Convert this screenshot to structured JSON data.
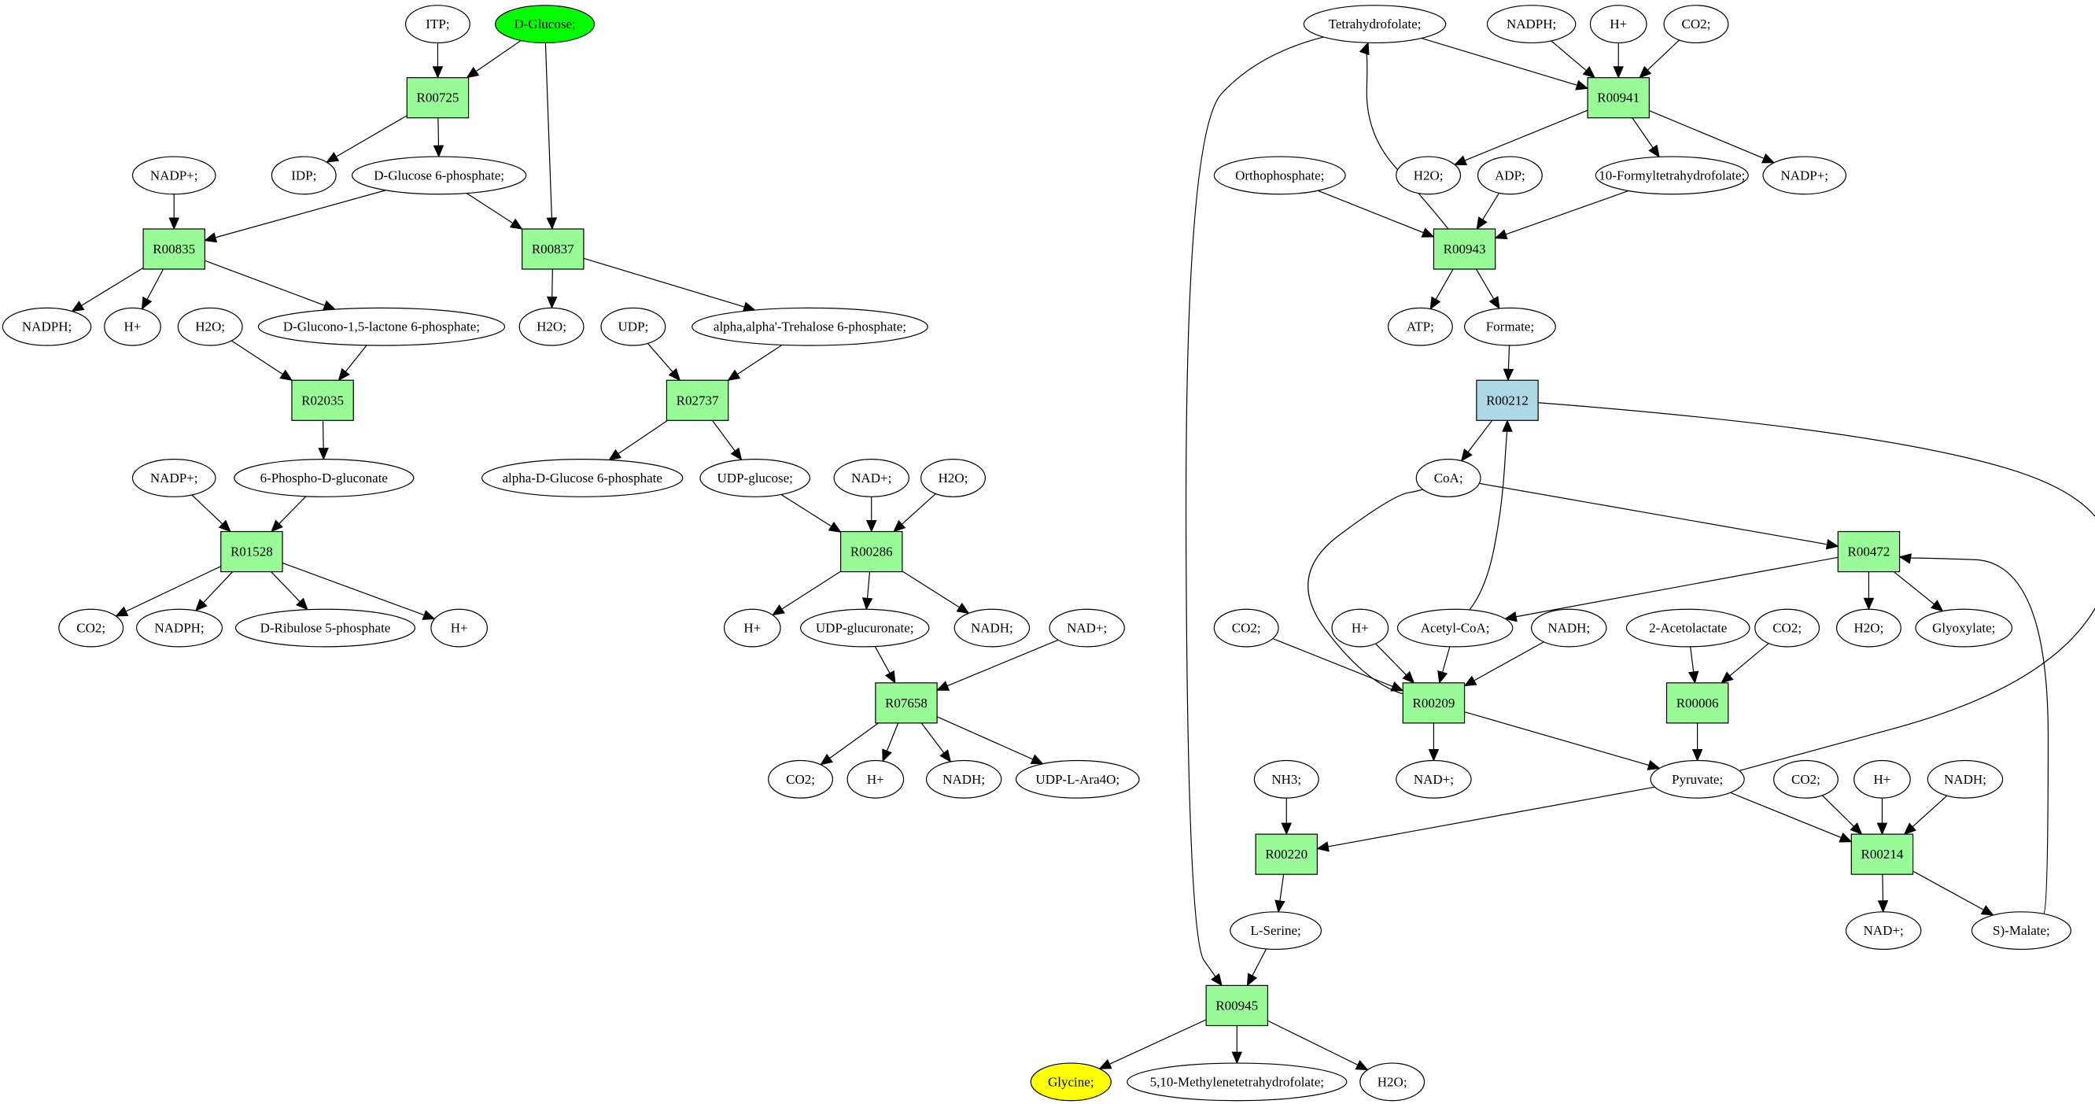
{
  "colors": {
    "reaction": "#98fb98",
    "reaction_alt": "#add8e6",
    "start_compound": "#00ff00",
    "target_compound": "#ffff00",
    "compound": "#ffffff",
    "stroke": "#000000"
  },
  "reactions": [
    {
      "id": "R00725",
      "label": "R00725"
    },
    {
      "id": "R00837",
      "label": "R00837"
    },
    {
      "id": "R00835",
      "label": "R00835"
    },
    {
      "id": "R02035",
      "label": "R02035"
    },
    {
      "id": "R01528",
      "label": "R01528"
    },
    {
      "id": "R02737",
      "label": "R02737"
    },
    {
      "id": "R00286",
      "label": "R00286"
    },
    {
      "id": "R07658",
      "label": "R07658"
    },
    {
      "id": "R00941",
      "label": "R00941"
    },
    {
      "id": "R00943",
      "label": "R00943"
    },
    {
      "id": "R00212",
      "label": "R00212",
      "highlight": true
    },
    {
      "id": "R00472",
      "label": "R00472"
    },
    {
      "id": "R00209",
      "label": "R00209"
    },
    {
      "id": "R00006",
      "label": "R00006"
    },
    {
      "id": "R00220",
      "label": "R00220"
    },
    {
      "id": "R00214",
      "label": "R00214"
    },
    {
      "id": "R00945",
      "label": "R00945"
    }
  ],
  "compounds": [
    {
      "id": "c_itp",
      "label": "ITP;"
    },
    {
      "id": "c_dglucose",
      "label": "D-Glucose;",
      "role": "start"
    },
    {
      "id": "c_idp",
      "label": "IDP;"
    },
    {
      "id": "c_g6p",
      "label": "D-Glucose 6-phosphate;"
    },
    {
      "id": "c_nadp1",
      "label": "NADP+;"
    },
    {
      "id": "c_nadph1",
      "label": "NADPH;"
    },
    {
      "id": "c_h1",
      "label": "H+"
    },
    {
      "id": "c_h2o1",
      "label": "H2O;"
    },
    {
      "id": "c_glucono",
      "label": "D-Glucono-1,5-lactone 6-phosphate;"
    },
    {
      "id": "c_h2o2",
      "label": "H2O;"
    },
    {
      "id": "c_udp",
      "label": "UDP;"
    },
    {
      "id": "c_trehalose",
      "label": "alpha,alpha'-Trehalose 6-phosphate;"
    },
    {
      "id": "c_nadp2",
      "label": "NADP+;"
    },
    {
      "id": "c_6pg",
      "label": "6-Phospho-D-gluconate"
    },
    {
      "id": "c_co2_1",
      "label": "CO2;"
    },
    {
      "id": "c_nadph2",
      "label": "NADPH;"
    },
    {
      "id": "c_ribulose",
      "label": "D-Ribulose 5-phosphate"
    },
    {
      "id": "c_h2",
      "label": "H+"
    },
    {
      "id": "c_adg6p",
      "label": "alpha-D-Glucose 6-phosphate"
    },
    {
      "id": "c_udpglc",
      "label": "UDP-glucose;"
    },
    {
      "id": "c_nad1",
      "label": "NAD+;"
    },
    {
      "id": "c_h2o3",
      "label": "H2O;"
    },
    {
      "id": "c_h3",
      "label": "H+"
    },
    {
      "id": "c_udpglcur",
      "label": "UDP-glucuronate;"
    },
    {
      "id": "c_nadh1",
      "label": "NADH;"
    },
    {
      "id": "c_nad2",
      "label": "NAD+;"
    },
    {
      "id": "c_co2_2",
      "label": "CO2;"
    },
    {
      "id": "c_h4",
      "label": "H+"
    },
    {
      "id": "c_nadh2",
      "label": "NADH;"
    },
    {
      "id": "c_udpara",
      "label": "UDP-L-Ara4O;"
    },
    {
      "id": "c_thf",
      "label": "Tetrahydrofolate;"
    },
    {
      "id": "c_nadph3",
      "label": "NADPH;"
    },
    {
      "id": "c_h5",
      "label": "H+"
    },
    {
      "id": "c_co2_3",
      "label": "CO2;"
    },
    {
      "id": "c_ortho",
      "label": "Orthophosphate;"
    },
    {
      "id": "c_h2o4",
      "label": "H2O;"
    },
    {
      "id": "c_adp",
      "label": "ADP;"
    },
    {
      "id": "c_10fthf",
      "label": "10-Formyltetrahydrofolate;"
    },
    {
      "id": "c_nadp3",
      "label": "NADP+;"
    },
    {
      "id": "c_atp",
      "label": "ATP;"
    },
    {
      "id": "c_formate",
      "label": "Formate;"
    },
    {
      "id": "c_coa",
      "label": "CoA;"
    },
    {
      "id": "c_co2_4",
      "label": "CO2;"
    },
    {
      "id": "c_h6",
      "label": "H+"
    },
    {
      "id": "c_acetylcoa",
      "label": "Acetyl-CoA;"
    },
    {
      "id": "c_nadh3",
      "label": "NADH;"
    },
    {
      "id": "c_acetolactate",
      "label": "2-Acetolactate"
    },
    {
      "id": "c_co2_5",
      "label": "CO2;"
    },
    {
      "id": "c_h2o5",
      "label": "H2O;"
    },
    {
      "id": "c_glyoxylate",
      "label": "Glyoxylate;"
    },
    {
      "id": "c_nad3",
      "label": "NAD+;"
    },
    {
      "id": "c_pyruvate",
      "label": "Pyruvate;"
    },
    {
      "id": "c_nh3",
      "label": "NH3;"
    },
    {
      "id": "c_co2_6",
      "label": "CO2;"
    },
    {
      "id": "c_h7",
      "label": "H+"
    },
    {
      "id": "c_nadh4",
      "label": "NADH;"
    },
    {
      "id": "c_serine",
      "label": "L-Serine;"
    },
    {
      "id": "c_nad4",
      "label": "NAD+;"
    },
    {
      "id": "c_malate",
      "label": "S)-Malate;"
    },
    {
      "id": "c_glycine",
      "label": "Glycine;",
      "role": "target"
    },
    {
      "id": "c_methylene",
      "label": "5,10-Methylenetetrahydrofolate;"
    },
    {
      "id": "c_h2o6",
      "label": "H2O;"
    }
  ],
  "edges": [
    {
      "from": "c_itp",
      "to": "R00725"
    },
    {
      "from": "c_dglucose",
      "to": "R00725"
    },
    {
      "from": "c_dglucose",
      "to": "R00837"
    },
    {
      "from": "R00725",
      "to": "c_idp"
    },
    {
      "from": "R00725",
      "to": "c_g6p"
    },
    {
      "from": "c_g6p",
      "to": "R00835"
    },
    {
      "from": "c_g6p",
      "to": "R00837"
    },
    {
      "from": "c_nadp1",
      "to": "R00835"
    },
    {
      "from": "R00835",
      "to": "c_nadph1"
    },
    {
      "from": "R00835",
      "to": "c_h1"
    },
    {
      "from": "R00835",
      "to": "c_glucono"
    },
    {
      "from": "R00837",
      "to": "c_h2o2"
    },
    {
      "from": "R00837",
      "to": "c_trehalose"
    },
    {
      "from": "c_h2o1",
      "to": "R02035"
    },
    {
      "from": "c_glucono",
      "to": "R02035"
    },
    {
      "from": "R02035",
      "to": "c_6pg"
    },
    {
      "from": "c_nadp2",
      "to": "R01528"
    },
    {
      "from": "c_6pg",
      "to": "R01528"
    },
    {
      "from": "R01528",
      "to": "c_co2_1"
    },
    {
      "from": "R01528",
      "to": "c_nadph2"
    },
    {
      "from": "R01528",
      "to": "c_ribulose"
    },
    {
      "from": "R01528",
      "to": "c_h2"
    },
    {
      "from": "c_udp",
      "to": "R02737"
    },
    {
      "from": "c_trehalose",
      "to": "R02737"
    },
    {
      "from": "R02737",
      "to": "c_adg6p"
    },
    {
      "from": "R02737",
      "to": "c_udpglc"
    },
    {
      "from": "c_udpglc",
      "to": "R00286"
    },
    {
      "from": "c_nad1",
      "to": "R00286"
    },
    {
      "from": "c_h2o3",
      "to": "R00286"
    },
    {
      "from": "R00286",
      "to": "c_h3"
    },
    {
      "from": "R00286",
      "to": "c_udpglcur"
    },
    {
      "from": "R00286",
      "to": "c_nadh1"
    },
    {
      "from": "c_udpglcur",
      "to": "R07658"
    },
    {
      "from": "c_nad2",
      "to": "R07658"
    },
    {
      "from": "R07658",
      "to": "c_co2_2"
    },
    {
      "from": "R07658",
      "to": "c_h4"
    },
    {
      "from": "R07658",
      "to": "c_nadh2"
    },
    {
      "from": "R07658",
      "to": "c_udpara"
    },
    {
      "from": "c_thf",
      "to": "R00941"
    },
    {
      "from": "c_nadph3",
      "to": "R00941"
    },
    {
      "from": "c_h5",
      "to": "R00941"
    },
    {
      "from": "c_co2_3",
      "to": "R00941"
    },
    {
      "from": "R00941",
      "to": "c_h2o4"
    },
    {
      "from": "R00941",
      "to": "c_10fthf"
    },
    {
      "from": "R00941",
      "to": "c_nadp3"
    },
    {
      "from": "c_ortho",
      "to": "R00943"
    },
    {
      "from": "c_adp",
      "to": "R00943"
    },
    {
      "from": "c_10fthf",
      "to": "R00943"
    },
    {
      "from": "R00943",
      "to": "c_thf"
    },
    {
      "from": "R00943",
      "to": "c_atp"
    },
    {
      "from": "R00943",
      "to": "c_formate"
    },
    {
      "from": "c_formate",
      "to": "R00212"
    },
    {
      "from": "c_acetylcoa",
      "to": "R00212"
    },
    {
      "from": "R00212",
      "to": "c_coa"
    },
    {
      "from": "R00212",
      "to": "c_pyruvate"
    },
    {
      "from": "c_coa",
      "to": "R00472"
    },
    {
      "from": "c_malate",
      "to": "R00472"
    },
    {
      "from": "R00472",
      "to": "c_acetylcoa"
    },
    {
      "from": "R00472",
      "to": "c_h2o5"
    },
    {
      "from": "R00472",
      "to": "c_glyoxylate"
    },
    {
      "from": "c_co2_4",
      "to": "R00209"
    },
    {
      "from": "c_h6",
      "to": "R00209"
    },
    {
      "from": "c_acetylcoa",
      "to": "R00209"
    },
    {
      "from": "c_nadh3",
      "to": "R00209"
    },
    {
      "from": "R00209",
      "to": "c_coa"
    },
    {
      "from": "R00209",
      "to": "c_nad3"
    },
    {
      "from": "R00209",
      "to": "c_pyruvate"
    },
    {
      "from": "c_acetolactate",
      "to": "R00006"
    },
    {
      "from": "c_co2_5",
      "to": "R00006"
    },
    {
      "from": "R00006",
      "to": "c_pyruvate"
    },
    {
      "from": "c_nh3",
      "to": "R00220"
    },
    {
      "from": "c_pyruvate",
      "to": "R00220"
    },
    {
      "from": "R00220",
      "to": "c_serine"
    },
    {
      "from": "c_pyruvate",
      "to": "R00214"
    },
    {
      "from": "c_co2_6",
      "to": "R00214"
    },
    {
      "from": "c_h7",
      "to": "R00214"
    },
    {
      "from": "c_nadh4",
      "to": "R00214"
    },
    {
      "from": "R00214",
      "to": "c_nad4"
    },
    {
      "from": "R00214",
      "to": "c_malate"
    },
    {
      "from": "c_serine",
      "to": "R00945"
    },
    {
      "from": "c_thf",
      "to": "R00945"
    },
    {
      "from": "R00945",
      "to": "c_glycine"
    },
    {
      "from": "R00945",
      "to": "c_methylene"
    },
    {
      "from": "R00945",
      "to": "c_h2o6"
    }
  ]
}
